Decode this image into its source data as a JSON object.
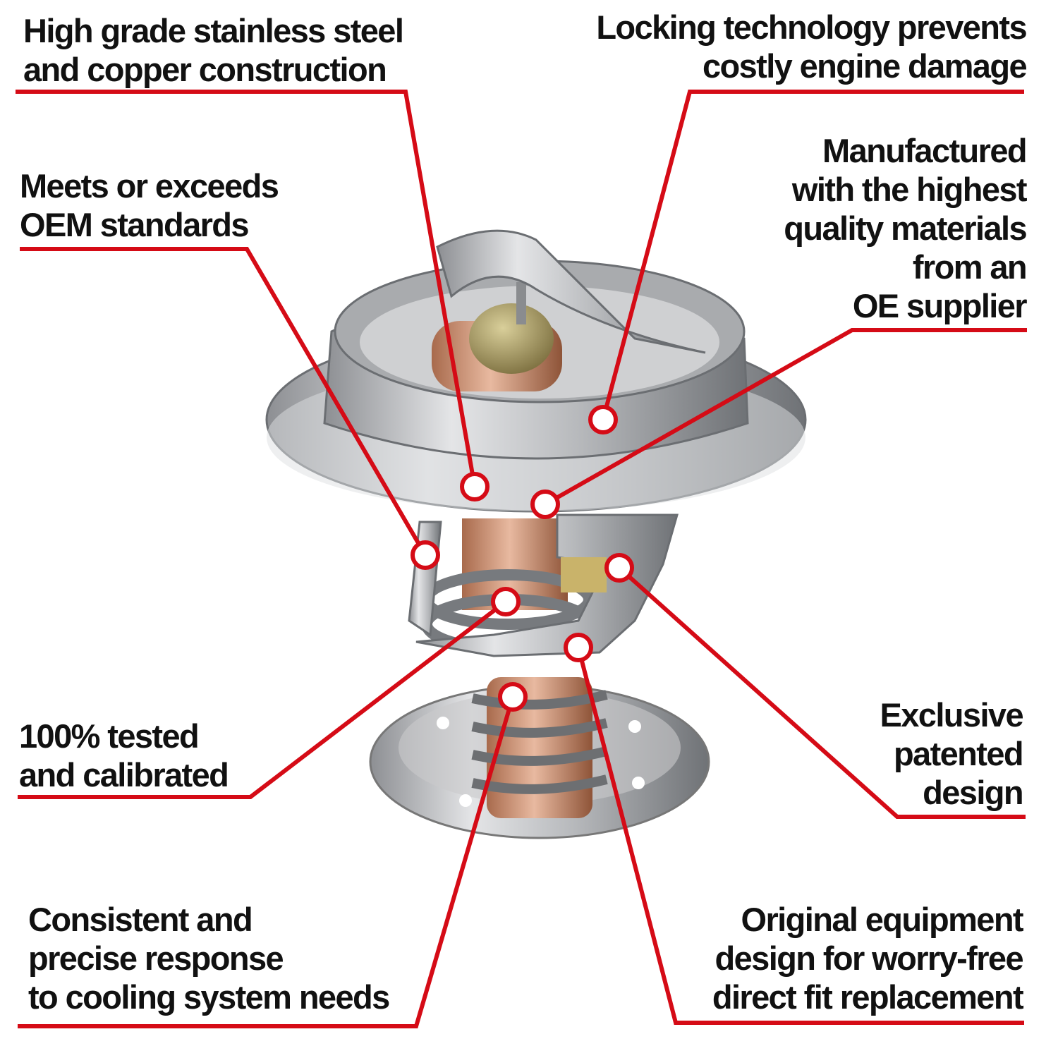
{
  "colors": {
    "accent": "#d50b16",
    "text": "#111111",
    "background": "#ffffff"
  },
  "callouts": [
    {
      "id": "stainless",
      "lines": [
        "High grade stainless steel",
        "and copper construction"
      ]
    },
    {
      "id": "locking",
      "lines": [
        "Locking technology prevents",
        "costly engine damage"
      ]
    },
    {
      "id": "materials",
      "lines": [
        "Manufactured",
        "with the highest",
        "quality materials",
        "from an",
        "OE supplier"
      ]
    },
    {
      "id": "oem",
      "lines": [
        "Meets or exceeds",
        "OEM standards"
      ]
    },
    {
      "id": "tested",
      "lines": [
        "100% tested",
        "and calibrated"
      ]
    },
    {
      "id": "patented",
      "lines": [
        "Exclusive",
        "patented",
        "design"
      ]
    },
    {
      "id": "response",
      "lines": [
        "Consistent and",
        "precise response",
        "to cooling system needs"
      ]
    },
    {
      "id": "direct-fit",
      "lines": [
        "Original equipment",
        "design for worry-free",
        "direct fit replacement"
      ]
    }
  ]
}
